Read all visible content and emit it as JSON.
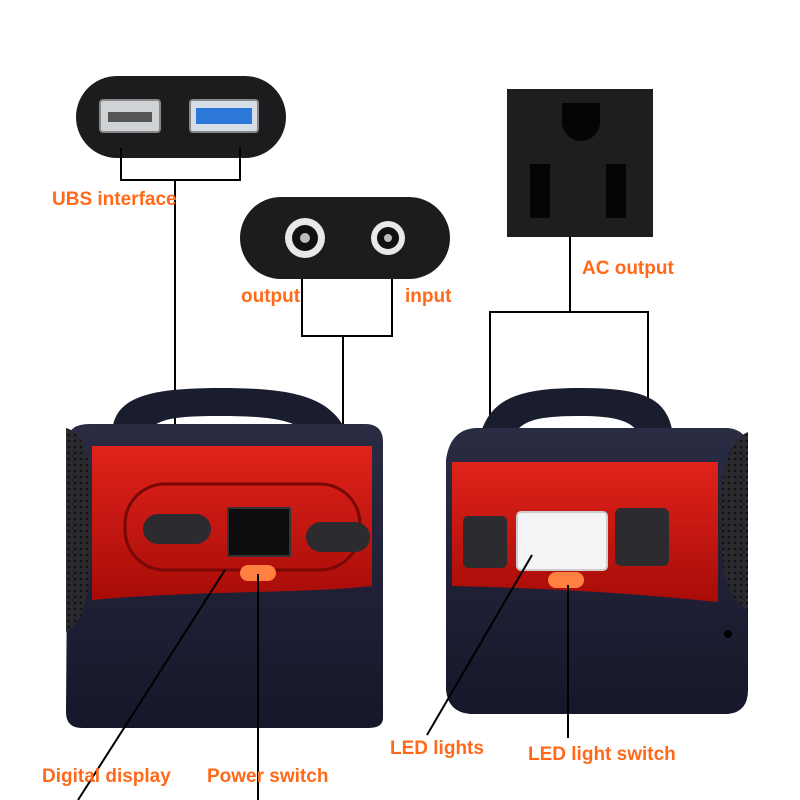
{
  "labels": {
    "usb": "UBS interface",
    "output": "output",
    "input": "input",
    "ac": "AC output",
    "display": "Digital display",
    "power": "Power switch",
    "led": "LED lights",
    "led_switch": "LED light switch"
  },
  "colors": {
    "label": "#ff6a1a",
    "body_red": "#c8140f",
    "body_dark": "#1f2033",
    "handle": "#1a1d2e",
    "switch": "#ff8040",
    "usb_blue": "#2b78d8"
  }
}
